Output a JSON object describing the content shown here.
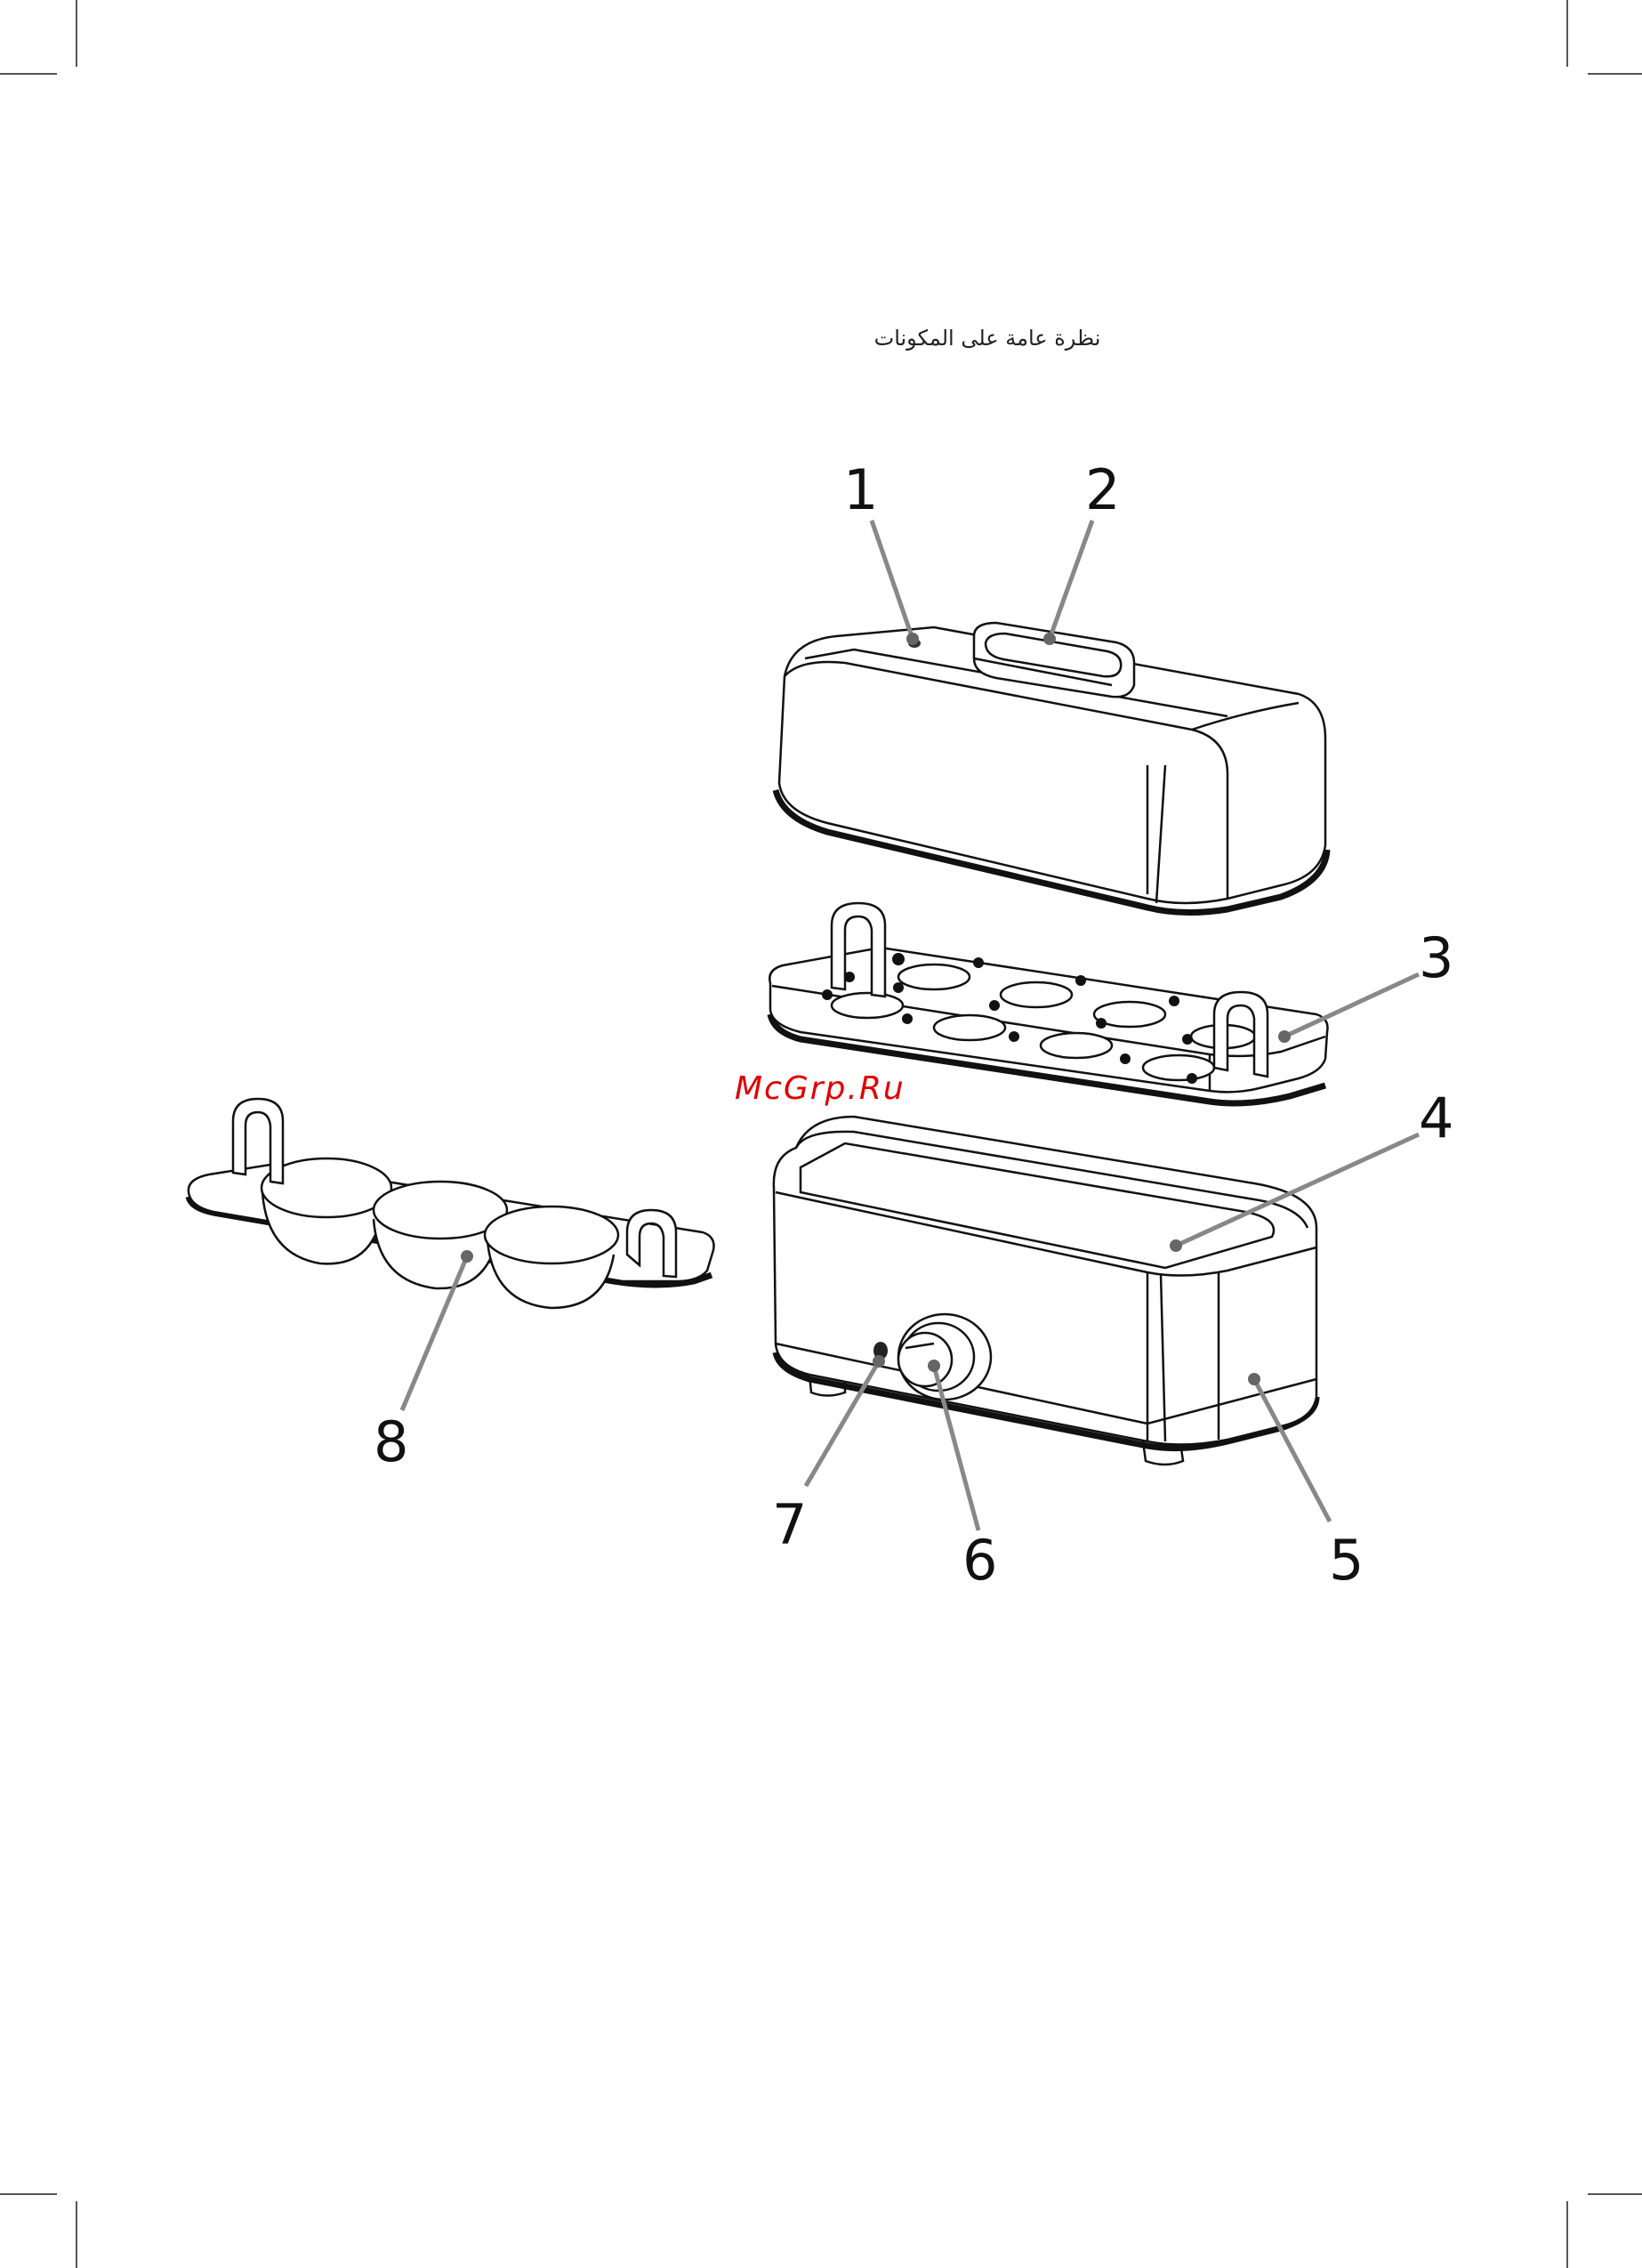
{
  "heading": "نظرة عامة على المكونات",
  "watermark": "McGrp.Ru",
  "callouts": [
    {
      "id": "1",
      "label": "1"
    },
    {
      "id": "2",
      "label": "2"
    },
    {
      "id": "3",
      "label": "3"
    },
    {
      "id": "4",
      "label": "4"
    },
    {
      "id": "5",
      "label": "5"
    },
    {
      "id": "6",
      "label": "6"
    },
    {
      "id": "7",
      "label": "7"
    },
    {
      "id": "8",
      "label": "8"
    }
  ],
  "colors": {
    "watermark": "#e00000",
    "line": "#111111",
    "leader": "#888888"
  }
}
